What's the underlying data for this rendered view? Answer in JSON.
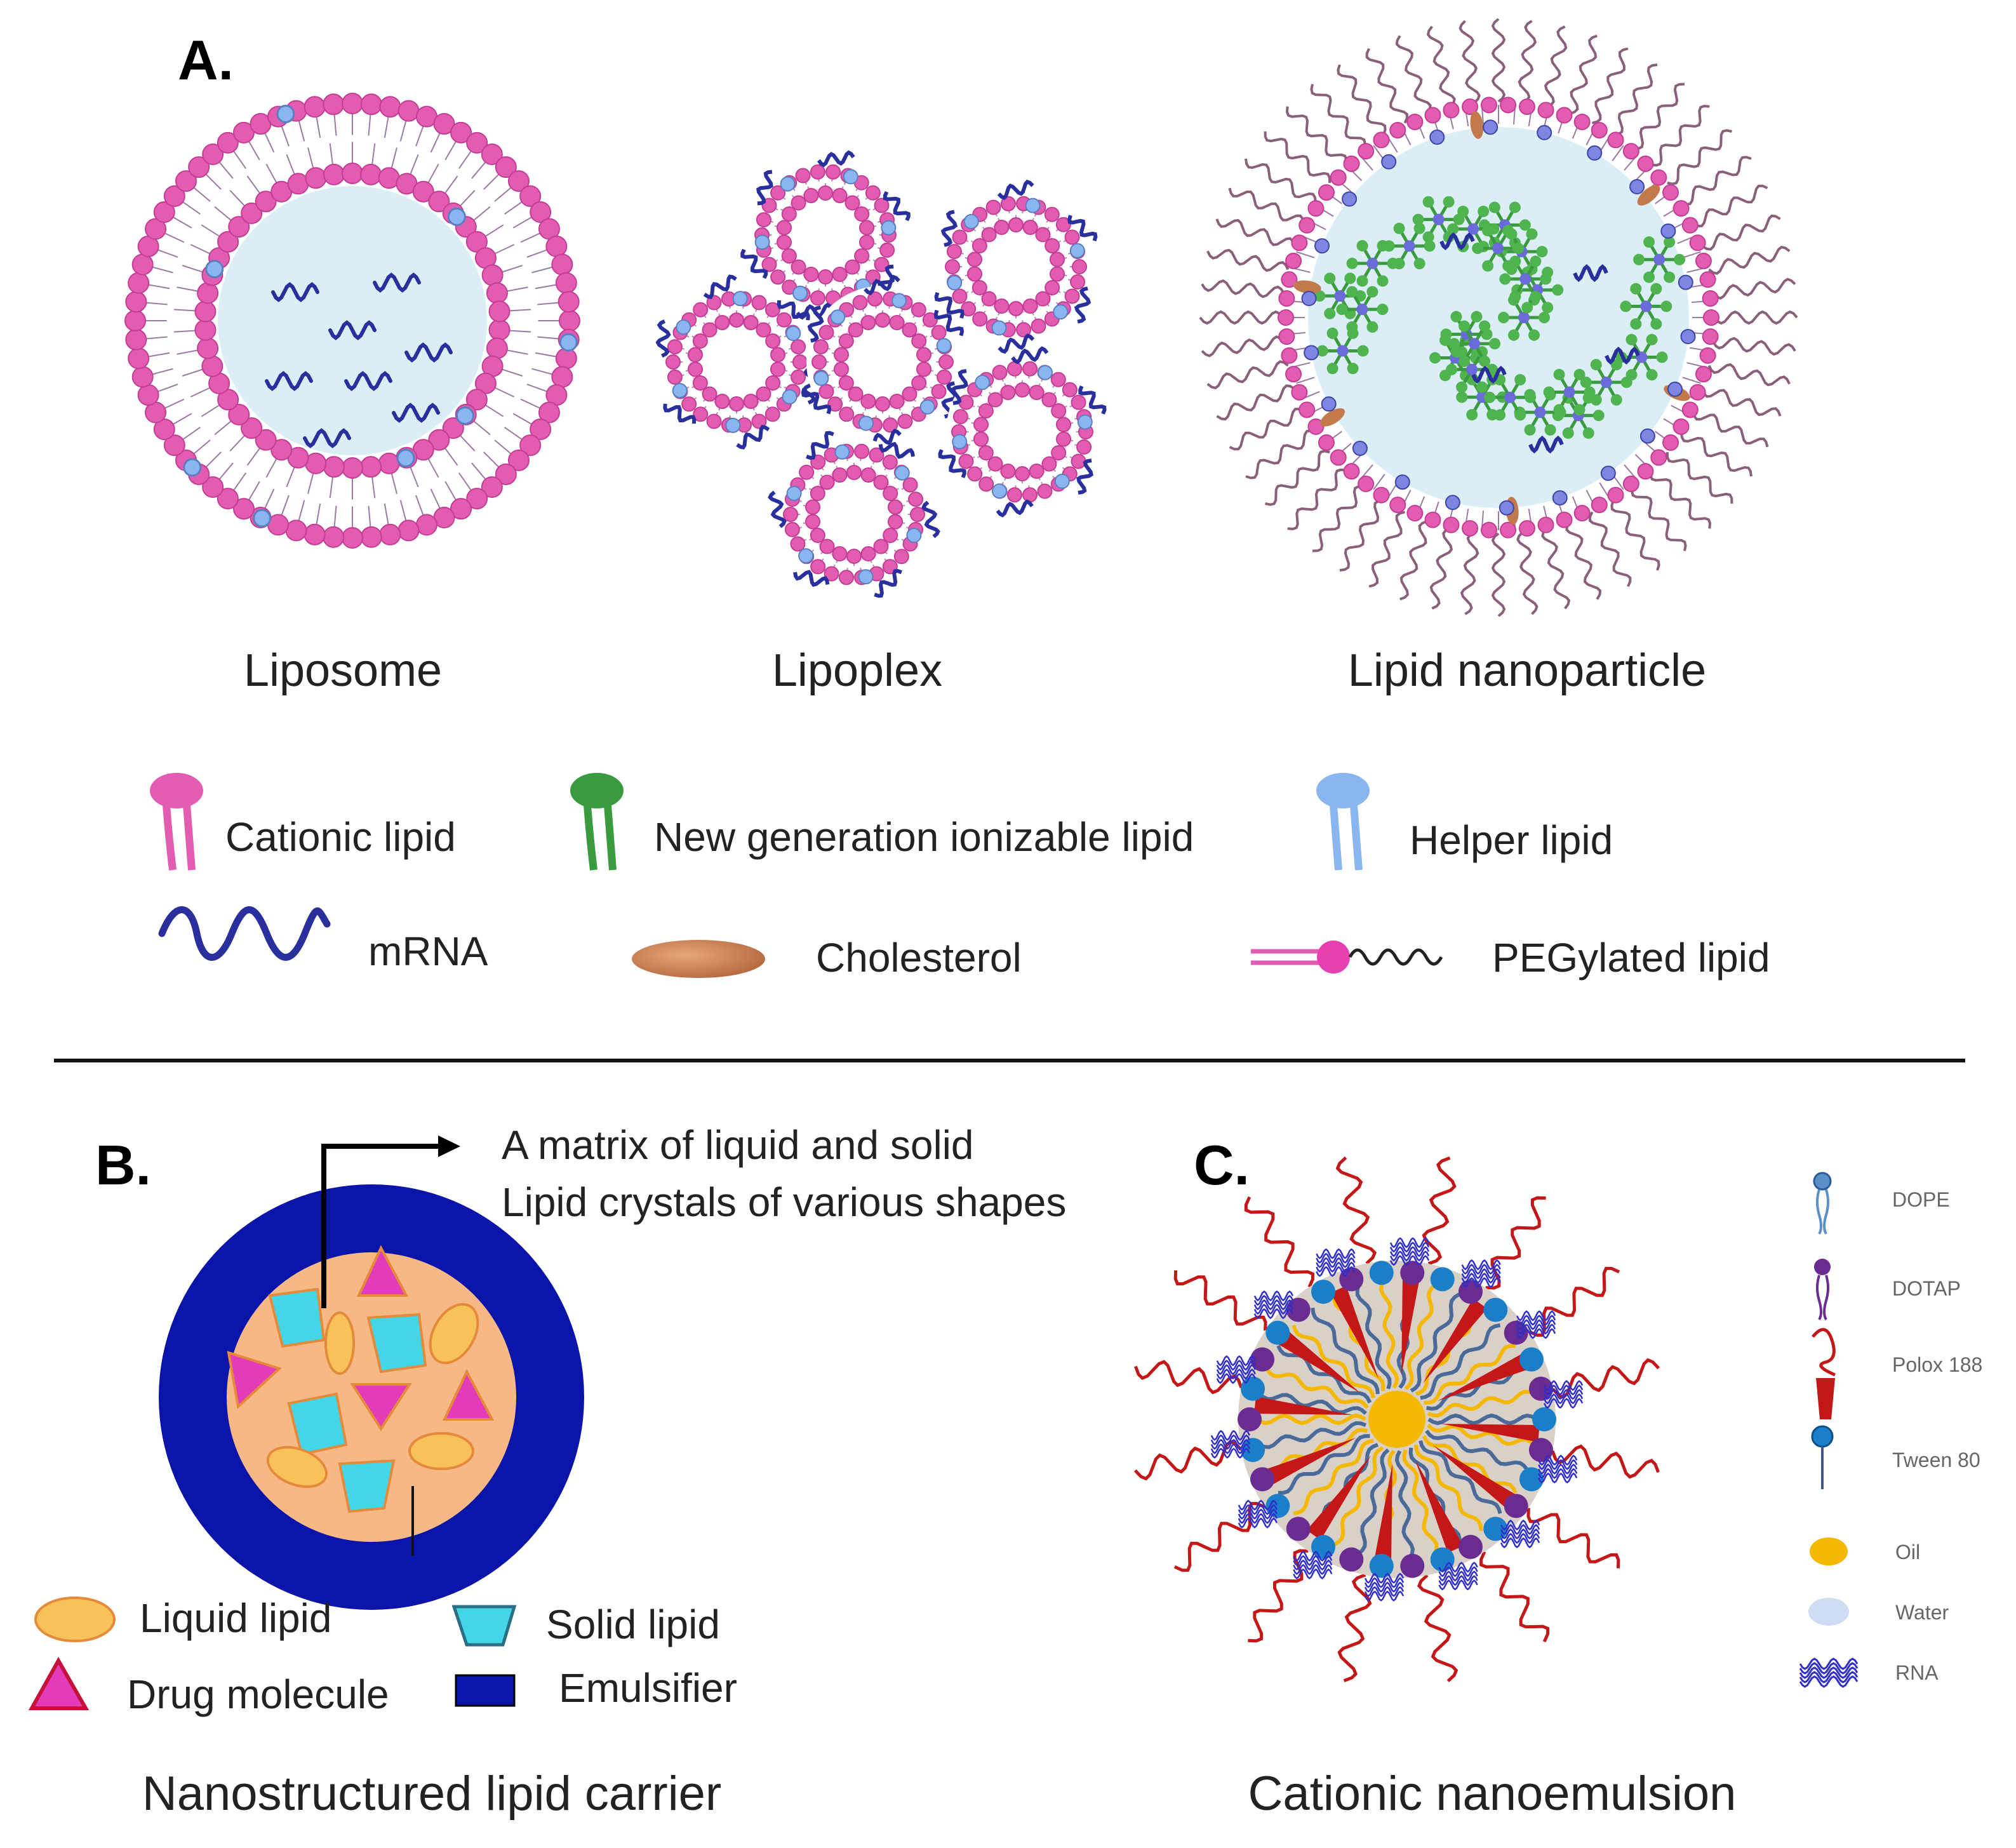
{
  "panel_a": {
    "label": "A.",
    "captions": {
      "liposome": "Liposome",
      "lipoplex": "Lipoplex",
      "lnp": "Lipid nanoparticle"
    },
    "legend": {
      "cationic": "Cationic lipid",
      "ionizable": "New generation ionizable lipid",
      "helper": "Helper lipid",
      "mrna": "mRNA",
      "cholesterol": "Cholesterol",
      "peg": "PEGylated lipid"
    }
  },
  "panel_b": {
    "label": "B.",
    "annotation_line1": "A matrix of liquid and solid",
    "annotation_line2": "Lipid crystals of various shapes",
    "legend": {
      "liquid": "Liquid lipid",
      "solid": "Solid lipid",
      "drug": "Drug molecule",
      "emulsifier": "Emulsifier"
    },
    "caption": "Nanostructured lipid carrier"
  },
  "panel_c": {
    "label": "C.",
    "legend": {
      "dope": "DOPE",
      "dotap": "DOTAP",
      "polox": "Polox 188",
      "tween": "Tween 80",
      "oil": "Oil",
      "water": "Water",
      "rna": "RNA"
    },
    "caption": "Cationic nanoemulsion"
  },
  "colors": {
    "pink": "#e25db2",
    "pink_light": "#f7c8e6",
    "green": "#3a9a3e",
    "blue_light": "#8bb5f0",
    "mrna_blue": "#2a2f9e",
    "core_blue": "#dbeef6",
    "cholesterol": "#c27a4c",
    "peg_tail": "#8a5f7a",
    "emulsifier": "#0a14a8",
    "nlc_core": "#f6b986",
    "liquid_lipid": "#f8c25a",
    "solid_lipid": "#42d6e6",
    "drug": "#e43cb8",
    "dotap": "#6b2c91",
    "tween": "#1a7fc8",
    "polox": "#c41818",
    "oil": "#f5b800"
  }
}
